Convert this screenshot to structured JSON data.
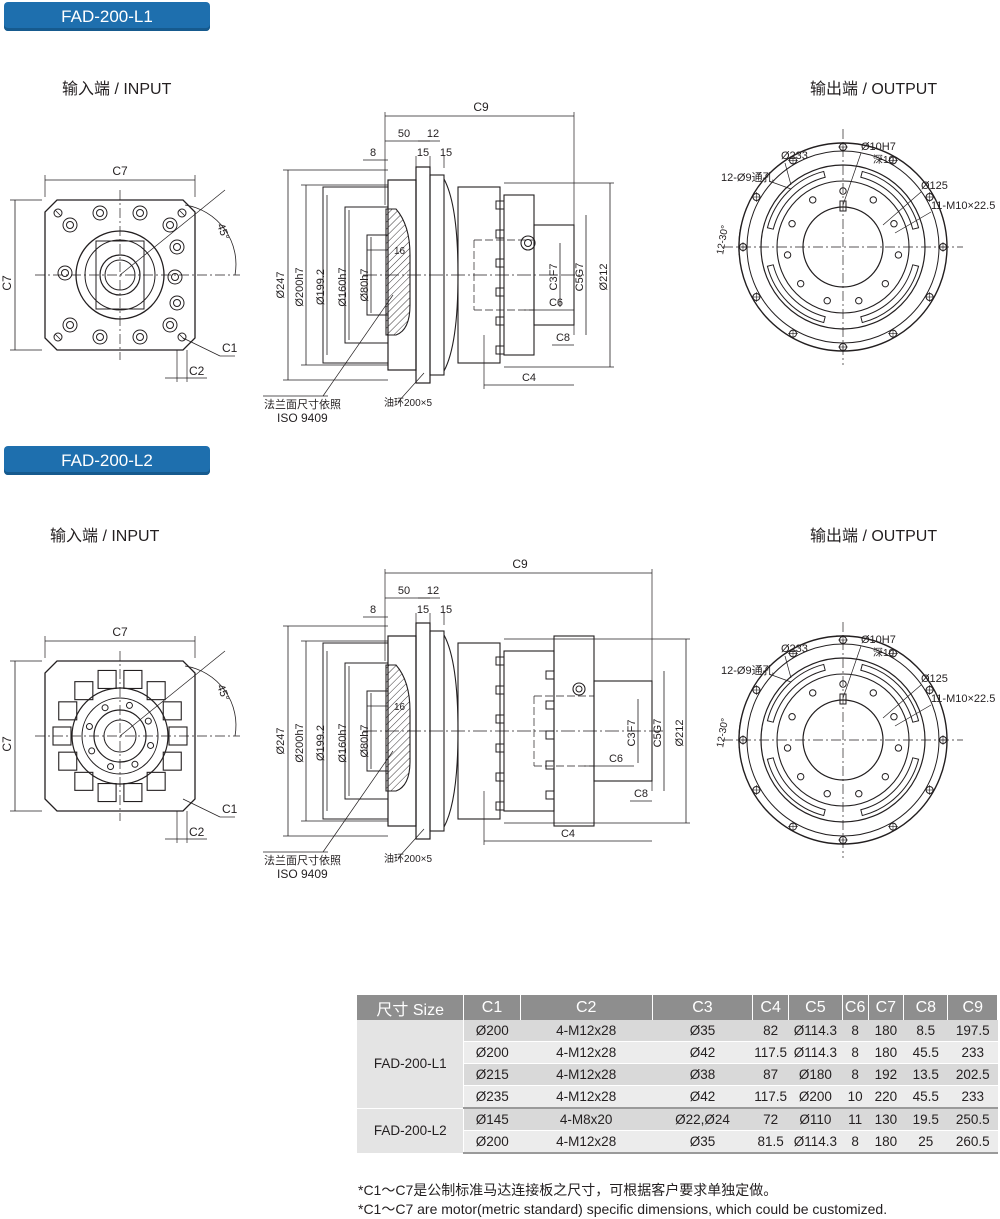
{
  "sections": [
    {
      "title": "FAD-200-L1",
      "input_label": "输入端 / INPUT",
      "output_label": "输出端 / OUTPUT",
      "input_dims": [
        "C7",
        "C7",
        "45°",
        "C1",
        "C2"
      ],
      "side_dims": [
        "C9",
        "50",
        "12",
        "8",
        "15",
        "15",
        "16",
        "Ø247",
        "Ø200h7",
        "Ø199.2",
        "Ø160h7",
        "Ø80h7",
        "C3F7",
        "C5G7",
        "Ø212",
        "C6",
        "C8",
        "C4"
      ],
      "side_notes": [
        "法兰面尺寸依照",
        "ISO 9409",
        "油环200×5"
      ],
      "output_dims": [
        "Ø233",
        "Ø10H7",
        "深10",
        "12-Ø9通孔",
        "Ø125",
        "11-M10×22.5",
        "12-30°"
      ]
    },
    {
      "title": "FAD-200-L2",
      "input_label": "输入端 / INPUT",
      "output_label": "输出端 / OUTPUT",
      "input_dims": [
        "C7",
        "C7",
        "45°",
        "C1",
        "C2"
      ],
      "side_dims": [
        "C9",
        "50",
        "12",
        "8",
        "15",
        "15",
        "16",
        "Ø247",
        "Ø200h7",
        "Ø199.2",
        "Ø160h7",
        "Ø80h7",
        "C3F7",
        "C5G7",
        "Ø212",
        "C6",
        "C8",
        "C4"
      ],
      "side_notes": [
        "法兰面尺寸依照",
        "ISO 9409",
        "油环200×5"
      ],
      "output_dims": [
        "Ø233",
        "Ø10H7",
        "深10",
        "12-Ø9通孔",
        "Ø125",
        "11-M10×22.5",
        "12-30°"
      ]
    }
  ],
  "table": {
    "headers": [
      "尺寸 Size",
      "C1",
      "C2",
      "C3",
      "C4",
      "C5",
      "C6",
      "C7",
      "C8",
      "C9"
    ],
    "groups": [
      {
        "model": "FAD-200-L1",
        "rows": [
          [
            "Ø200",
            "4-M12x28",
            "Ø35",
            "82",
            "Ø114.3",
            "8",
            "180",
            "8.5",
            "197.5"
          ],
          [
            "Ø200",
            "4-M12x28",
            "Ø42",
            "117.5",
            "Ø114.3",
            "8",
            "180",
            "45.5",
            "233"
          ],
          [
            "Ø215",
            "4-M12x28",
            "Ø38",
            "87",
            "Ø180",
            "8",
            "192",
            "13.5",
            "202.5"
          ],
          [
            "Ø235",
            "4-M12x28",
            "Ø42",
            "117.5",
            "Ø200",
            "10",
            "220",
            "45.5",
            "233"
          ]
        ]
      },
      {
        "model": "FAD-200-L2",
        "rows": [
          [
            "Ø145",
            "4-M8x20",
            "Ø22,Ø24",
            "72",
            "Ø110",
            "11",
            "130",
            "19.5",
            "250.5"
          ],
          [
            "Ø200",
            "4-M12x28",
            "Ø35",
            "81.5",
            "Ø114.3",
            "8",
            "180",
            "25",
            "260.5"
          ]
        ]
      }
    ]
  },
  "notes": [
    "*C1～C7是公制标准马达连接板之尺寸，可根据客户要求单独定做。",
    "*C1～C7 are motor(metric standard) specific dimensions, which could be customized."
  ],
  "colors": {
    "tab": "#1e6fae",
    "table_header": "#8e8e8e",
    "line": "#231f20"
  }
}
